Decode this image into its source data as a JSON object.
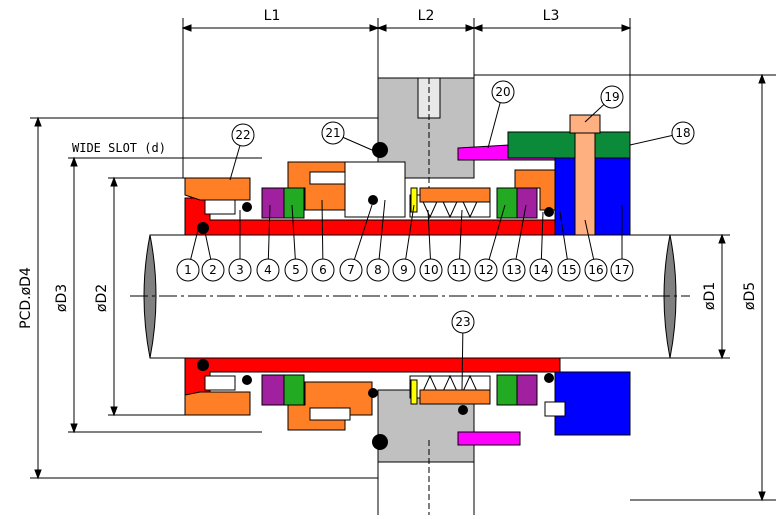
{
  "dimensions": {
    "L1": "L1",
    "L2": "L2",
    "L3": "L3",
    "D1": "øD1",
    "D2": "øD2",
    "D3": "øD3",
    "D4": "PCD.øD4",
    "D5": "øD5"
  },
  "note": "WIDE SLOT (d)",
  "callouts": [
    "1",
    "2",
    "3",
    "4",
    "5",
    "6",
    "7",
    "8",
    "9",
    "10",
    "11",
    "12",
    "13",
    "14",
    "15",
    "16",
    "17",
    "18",
    "19",
    "20",
    "21",
    "22",
    "23"
  ],
  "colors": {
    "orange": "#ff7f27",
    "red": "#ff0000",
    "purple": "#a020a0",
    "green": "#22aa22",
    "gray": "#c0c0c0",
    "blue": "#0000ff",
    "darkgreen": "#0b8a3a",
    "magenta": "#ff00ff",
    "salmon": "#ffb080",
    "yellow": "#ffff00"
  }
}
